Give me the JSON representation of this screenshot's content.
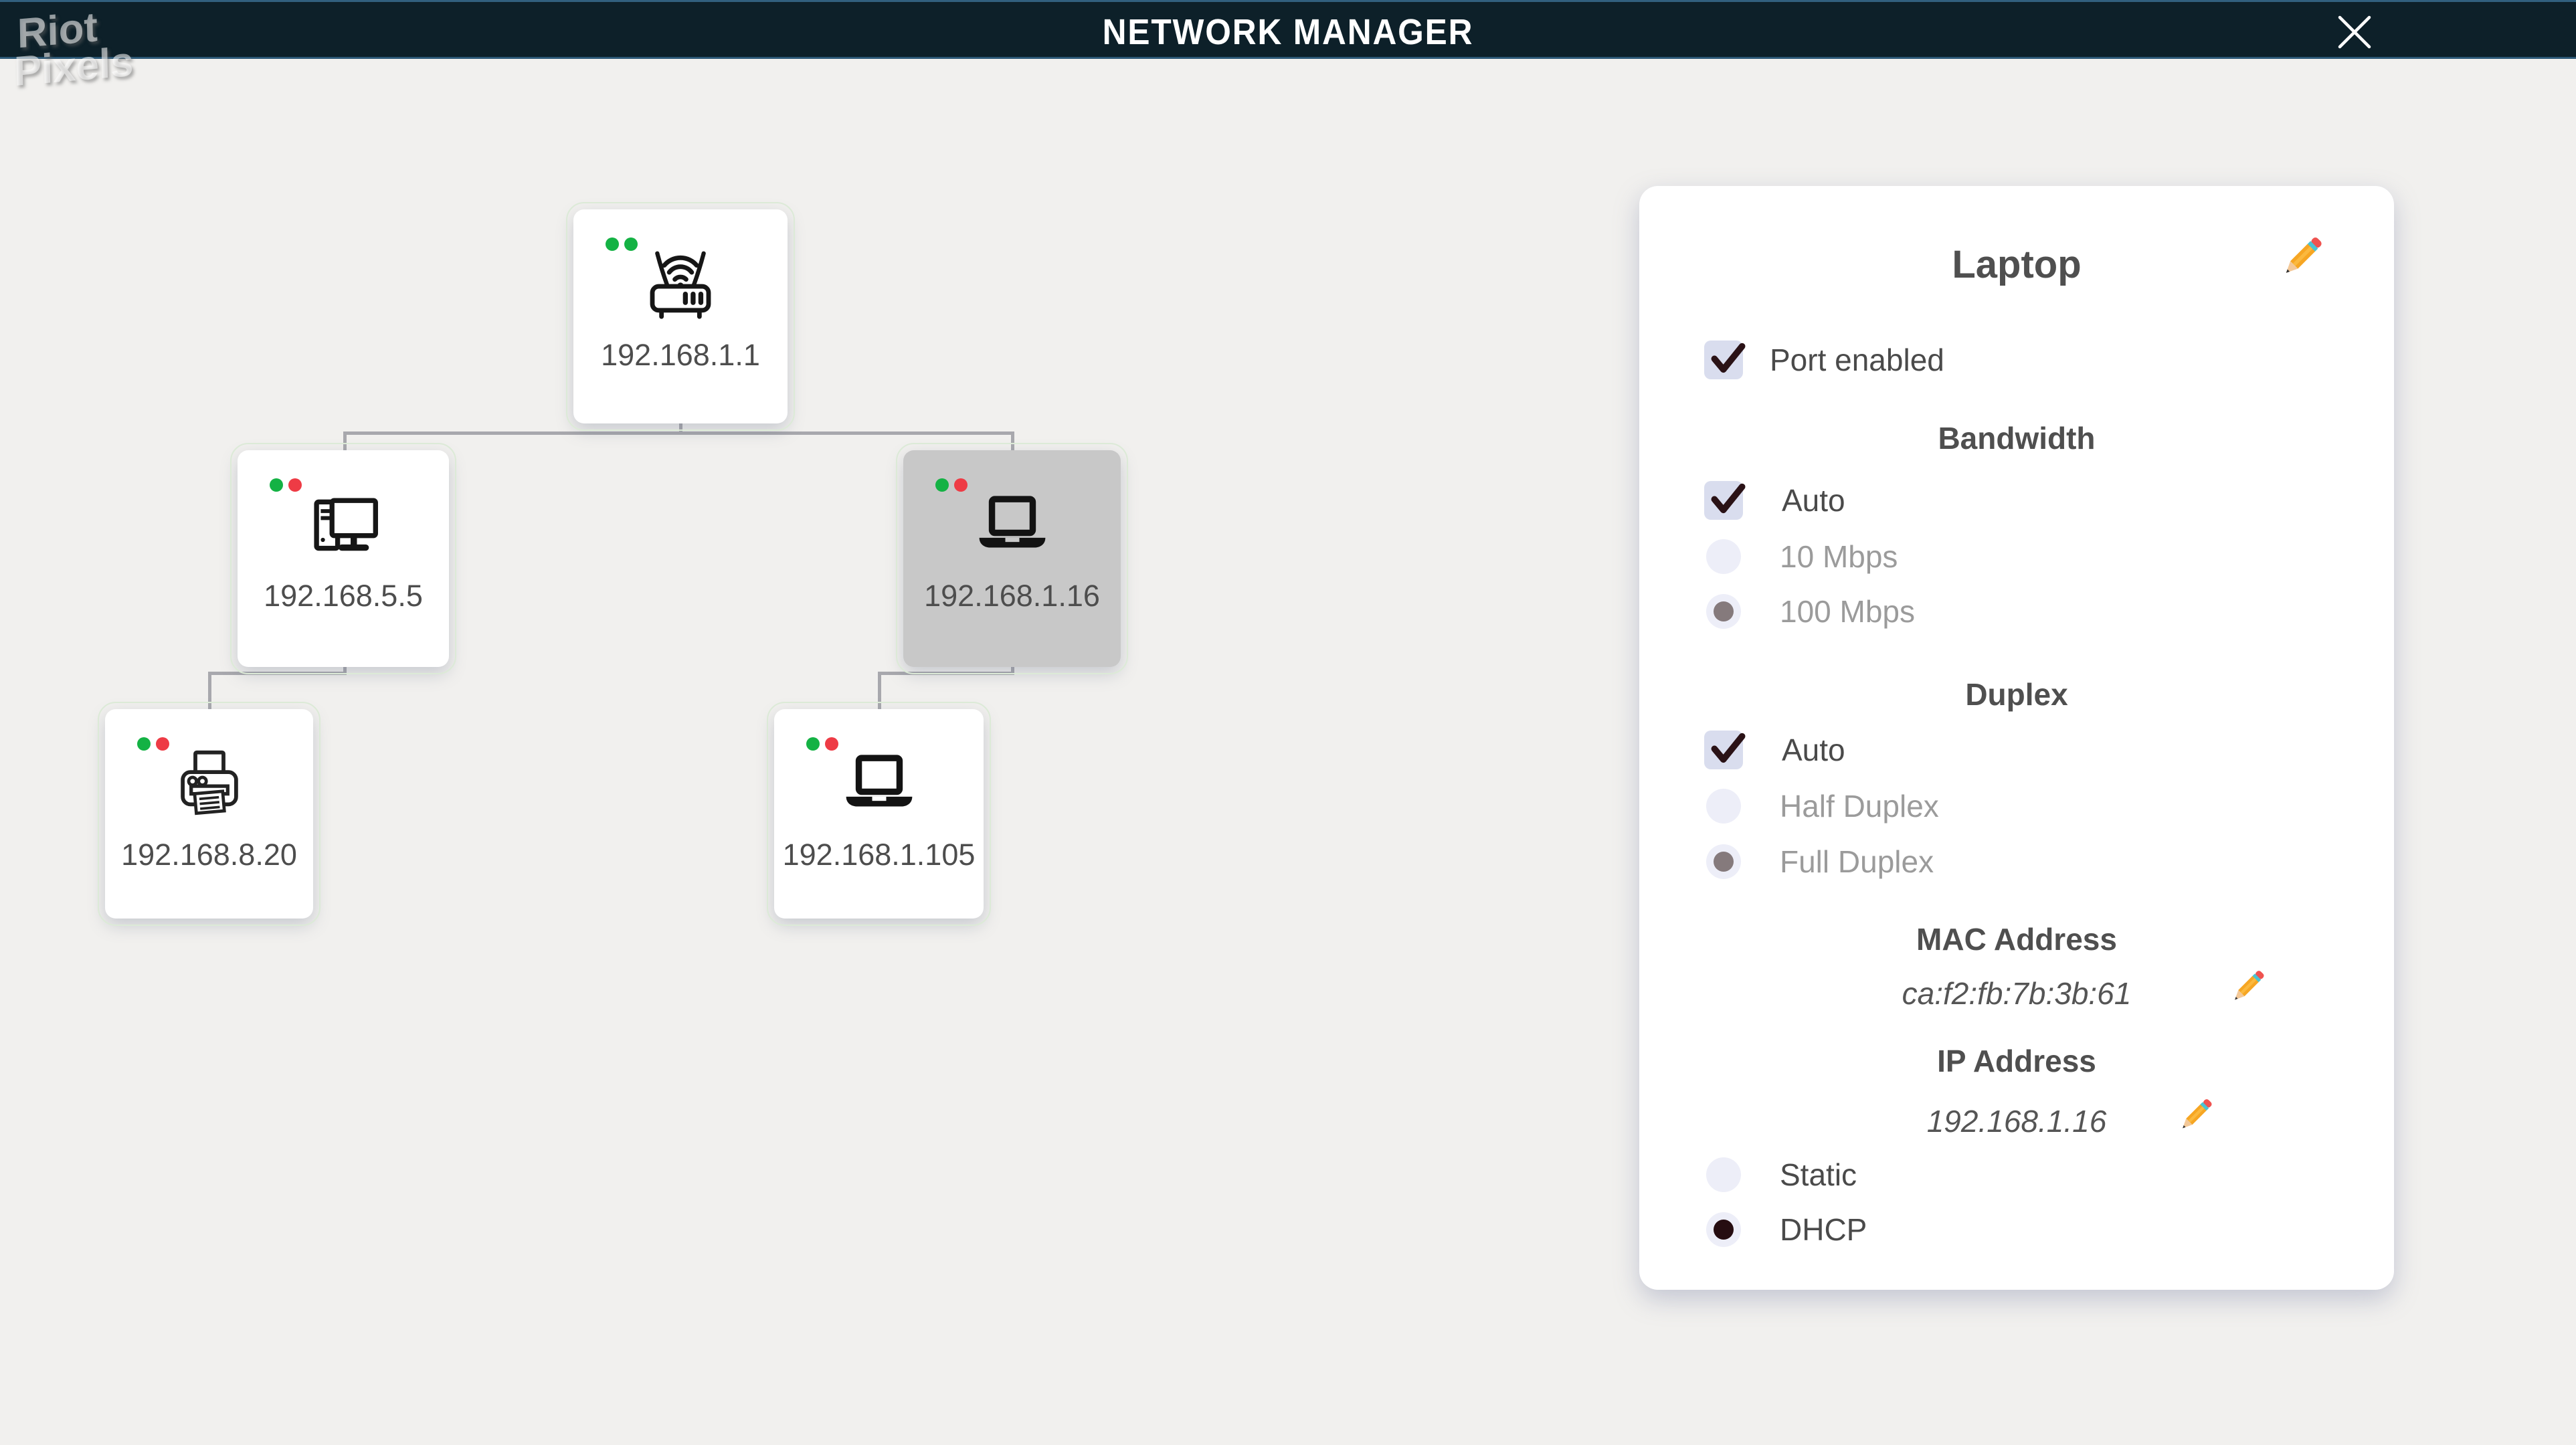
{
  "header": {
    "title": "NETWORK MANAGER",
    "close_icon": "close-icon"
  },
  "watermark": {
    "line1": "Riot",
    "line2": "Pixels"
  },
  "topology": {
    "nodes": [
      {
        "name": "router",
        "ip": "192.168.1.1",
        "icon": "wifi-router-icon",
        "status_dots": [
          "green",
          "green"
        ],
        "selected": false
      },
      {
        "name": "desktop",
        "ip": "192.168.5.5",
        "icon": "desktop-computer-icon",
        "status_dots": [
          "green",
          "red"
        ],
        "selected": false
      },
      {
        "name": "laptop",
        "ip": "192.168.1.16",
        "icon": "laptop-icon",
        "status_dots": [
          "green",
          "red"
        ],
        "selected": true
      },
      {
        "name": "printer",
        "ip": "192.168.8.20",
        "icon": "printer-icon",
        "status_dots": [
          "green",
          "red"
        ],
        "selected": false
      },
      {
        "name": "laptop-2",
        "ip": "192.168.1.105",
        "icon": "laptop-icon",
        "status_dots": [
          "green",
          "red"
        ],
        "selected": false
      }
    ]
  },
  "panel": {
    "title": "Laptop",
    "edit_icon": "pencil-edit-icon",
    "port_enabled": {
      "label": "Port enabled",
      "checked": true
    },
    "bandwidth": {
      "heading": "Bandwidth",
      "options": [
        {
          "label": "Auto",
          "control": "checkbox",
          "checked": true
        },
        {
          "label": "10 Mbps",
          "control": "radio",
          "selected": false
        },
        {
          "label": "100 Mbps",
          "control": "radio",
          "selected": true
        }
      ]
    },
    "duplex": {
      "heading": "Duplex",
      "options": [
        {
          "label": "Auto",
          "control": "checkbox",
          "checked": true
        },
        {
          "label": "Half Duplex",
          "control": "radio",
          "selected": false
        },
        {
          "label": "Full Duplex",
          "control": "radio",
          "selected": true
        }
      ]
    },
    "mac_address": {
      "heading": "MAC Address",
      "value": "ca:f2:fb:7b:3b:61"
    },
    "ip_address": {
      "heading": "IP Address",
      "value": "192.168.1.16"
    },
    "ip_mode": {
      "options": [
        {
          "label": "Static",
          "control": "radio",
          "selected": false
        },
        {
          "label": "DHCP",
          "control": "radio",
          "selected": true
        }
      ]
    }
  },
  "colors": {
    "background": "#f1f0ee",
    "header_bg": "#0d2029",
    "header_border": "#2c5876",
    "card_bg": "#ffffff",
    "card_selected_bg": "#c8c8c8",
    "connector": "#a8a8ad",
    "status_green": "#14b244",
    "status_red": "#ee3b45",
    "checkbox_bg": "#d9ddee",
    "radio_bg": "#edeef8",
    "radio_dot_muted": "#857a7c",
    "radio_dot_dark": "#260d11",
    "text_dark": "#4d4d4d",
    "text_muted": "#9b9b9b"
  }
}
